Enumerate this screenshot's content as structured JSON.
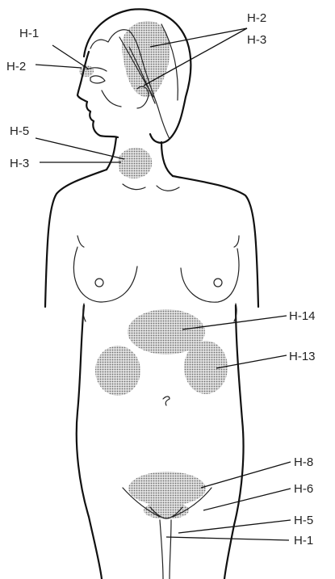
{
  "labels": {
    "head_left_upper": "H-1",
    "head_left_lower": "H-2",
    "head_right_upper": "H-2",
    "head_right_lower": "H-3",
    "neck_upper": "H-5",
    "neck_lower": "H-3",
    "upper_abdomen": "H-14",
    "right_abdomen": "H-13",
    "pelvis_upper": "H-8",
    "pelvis_middle": "H-6",
    "pelvis_lower": "H-5",
    "pelvis_bottom": "H-1"
  }
}
